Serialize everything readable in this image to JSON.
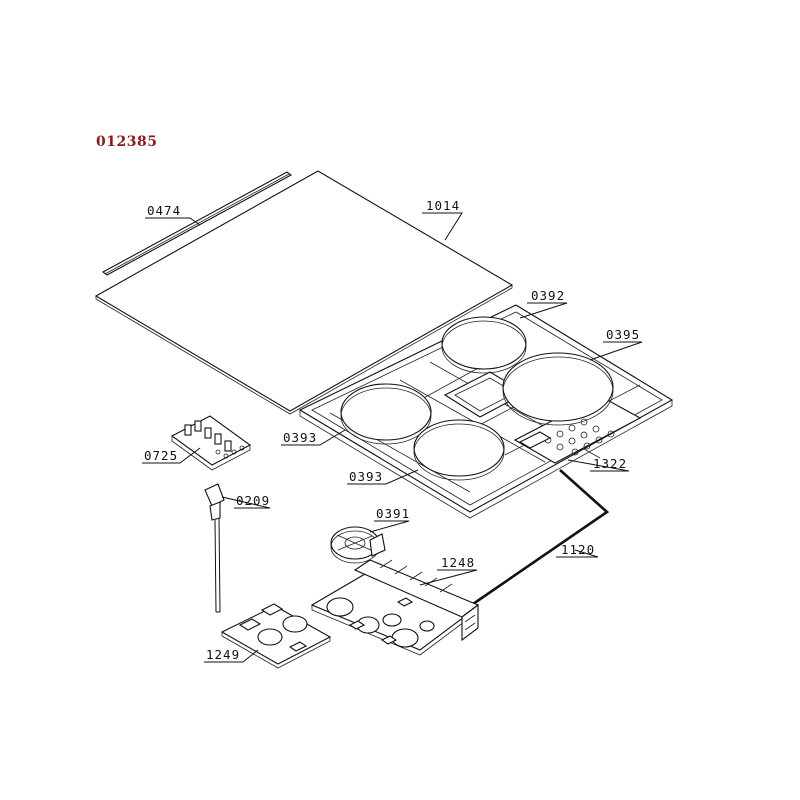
{
  "diagram": {
    "ref_code": "012385",
    "ref_color": "#8b1a1a",
    "line_color": "#111111",
    "labels": {
      "glass_trim": "0474",
      "glass_top": "1014",
      "zone_small": "0392",
      "zone_large": "0395",
      "zone_left": "0393",
      "zone_front": "0393",
      "frame_bracket": "1322",
      "terminal_block": "0725",
      "power_cable": "0209",
      "fan": "0391",
      "ribbon_cable": "1120",
      "power_board": "1248",
      "filter_board": "1249"
    }
  }
}
